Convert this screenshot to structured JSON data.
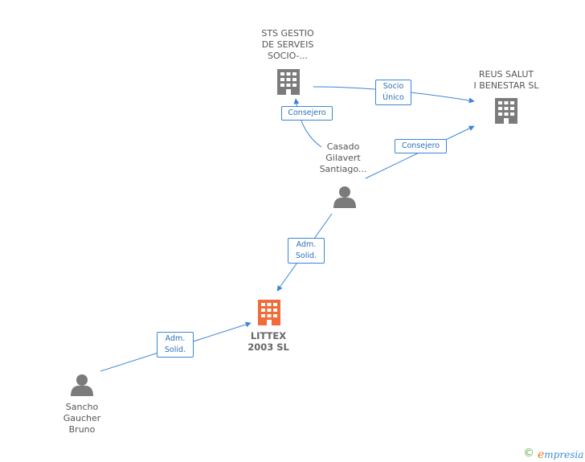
{
  "colors": {
    "company": "#7b7b7b",
    "focal_company": "#f26b3a",
    "person": "#7b7b7b",
    "edge": "#3b86d6",
    "brand_accent": "#e87722",
    "copyright": "#6aa84f"
  },
  "nodes": {
    "sts": {
      "type": "company",
      "icon": "building-icon",
      "lines": [
        "STS GESTIO",
        "DE SERVEIS",
        "SOCIO-..."
      ]
    },
    "reus": {
      "type": "company",
      "icon": "building-icon",
      "lines": [
        "REUS SALUT",
        "I BENESTAR SL"
      ]
    },
    "casado": {
      "type": "person",
      "icon": "person-icon",
      "lines": [
        "Casado",
        "Gilavert",
        "Santiago..."
      ]
    },
    "littex": {
      "type": "company",
      "icon": "building-icon",
      "focal": true,
      "lines": [
        "LITTEX",
        "2003 SL"
      ]
    },
    "sancho": {
      "type": "person",
      "icon": "person-icon",
      "lines": [
        "Sancho",
        "Gaucher",
        "Bruno"
      ]
    }
  },
  "edges": {
    "sts_reus": {
      "from": "STS GESTIO DE SERVEIS SOCIO-...",
      "to": "REUS SALUT I BENESTAR SL",
      "lines": [
        "Socio",
        "Único"
      ]
    },
    "casado_sts": {
      "from": "Casado Gilavert Santiago...",
      "to": "STS GESTIO DE SERVEIS SOCIO-...",
      "lines": [
        "Consejero"
      ]
    },
    "casado_reus": {
      "from": "Casado Gilavert Santiago...",
      "to": "REUS SALUT I BENESTAR SL",
      "lines": [
        "Consejero"
      ]
    },
    "casado_littex": {
      "from": "Casado Gilavert Santiago...",
      "to": "LITTEX 2003 SL",
      "lines": [
        "Adm.",
        "Solid."
      ]
    },
    "sancho_littex": {
      "from": "Sancho Gaucher Bruno",
      "to": "LITTEX 2003 SL",
      "lines": [
        "Adm.",
        "Solid."
      ]
    }
  },
  "footer": {
    "copyright_symbol": "©",
    "brand_initial": "e",
    "brand_rest": "mpresia",
    "logo_icon": "copyright-icon"
  }
}
